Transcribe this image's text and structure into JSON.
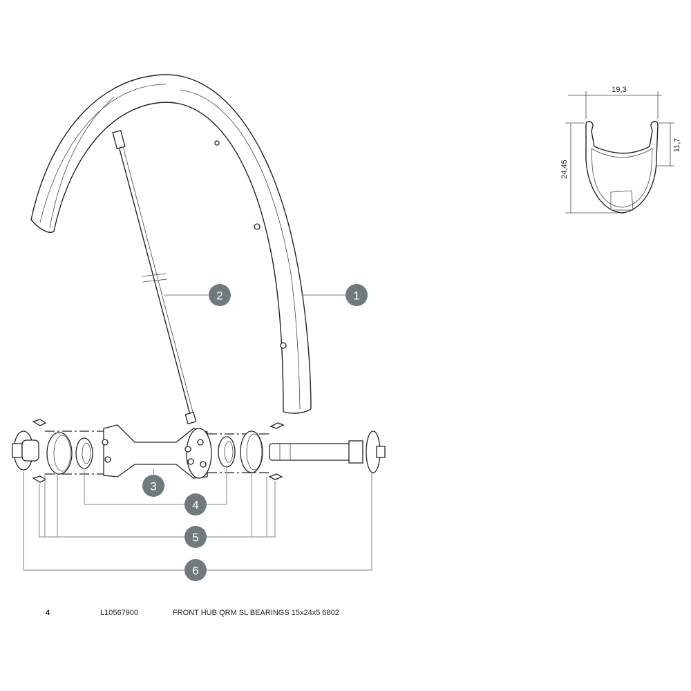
{
  "callouts": {
    "c1": "1",
    "c2": "2",
    "c3": "3",
    "c4": "4",
    "c5": "5",
    "c6": "6"
  },
  "profile": {
    "width": "19,3",
    "height": "24,45",
    "bead": "11,7"
  },
  "footer": {
    "item": "4",
    "code": "L10567900",
    "description": "FRONT HUB QRM SL BEARINGS 15x24x5 6802"
  }
}
